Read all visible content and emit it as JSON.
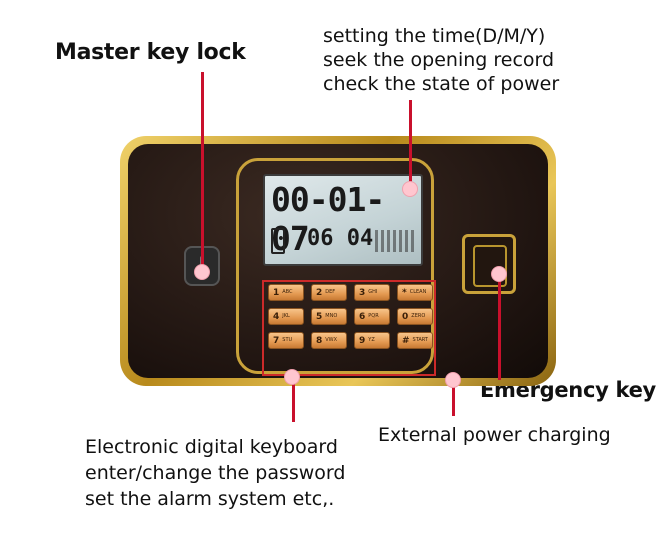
{
  "labels": {
    "master_key_lock": "Master key lock",
    "time_lines": [
      "setting the time(D/M/Y)",
      "seek the opening record",
      "check the state of power"
    ],
    "emergency_key": "Emergency key",
    "external_power": "External power charging",
    "keyboard_lines": [
      "Electronic digital keyboard",
      "enter/change the password",
      "set the alarm system etc,."
    ]
  },
  "display": {
    "date": "00-01-07",
    "time": "06 04"
  },
  "keypad": [
    {
      "main": "1",
      "sub": "ABC"
    },
    {
      "main": "2",
      "sub": "DEF"
    },
    {
      "main": "3",
      "sub": "GHI"
    },
    {
      "main": "*",
      "sub": "CLEAN"
    },
    {
      "main": "4",
      "sub": "JKL"
    },
    {
      "main": "5",
      "sub": "MNO"
    },
    {
      "main": "6",
      "sub": "PQR"
    },
    {
      "main": "0",
      "sub": "ZERO"
    },
    {
      "main": "7",
      "sub": "STU"
    },
    {
      "main": "8",
      "sub": "VWX"
    },
    {
      "main": "9",
      "sub": "YZ"
    },
    {
      "main": "#",
      "sub": "START"
    }
  ],
  "colors": {
    "callout_line": "#c9102c",
    "callout_dot": "#ffc6cf",
    "panel_gold": "#c9a23a"
  }
}
